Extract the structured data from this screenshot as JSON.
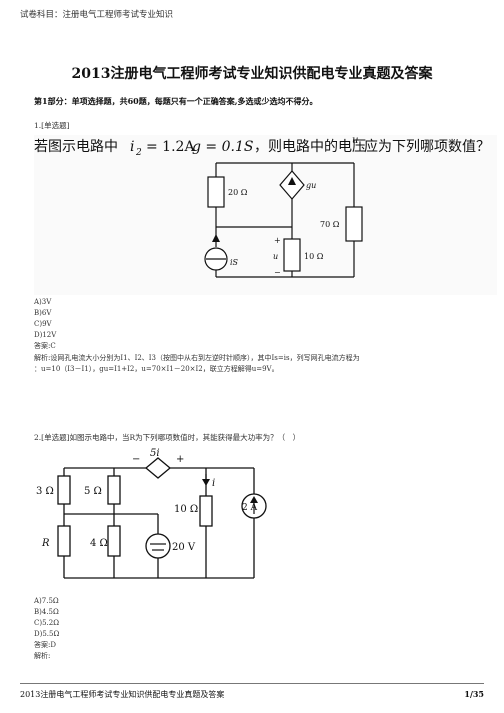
{
  "header": {
    "subject_label": "试卷科目：注册电气工程师考试专业知识"
  },
  "title": "2013注册电气工程师考试专业知识供配电专业真题及答案",
  "section_heading": "第1部分：单项选择题，共60题，每题只有一个正确答案,多选或少选均不得分。",
  "questions": [
    {
      "heading": "1.[单选题]",
      "figure_text": {
        "stem": "若图示电路中",
        "i2_value": "= 1.2A",
        "g_value": "g = 0.1S",
        "stem_tail": "，则电路中的电压",
        "u_var": "u",
        "stem_end": "应为下列哪项数值？（　　）",
        "r1": "20 Ω",
        "dep_source": "gu",
        "r3": "70 Ω",
        "r2": "10 Ω",
        "source": "iS",
        "u_label": "u",
        "plus": "+",
        "minus": "−",
        "i2_sub": "i",
        "i2_subscript": "2"
      },
      "options": [
        "A)3V",
        "B)6V",
        "C)9V",
        "D)12V"
      ],
      "answer": "答案:C",
      "analysis_line1": "解析:设网孔电流大小分别为I1、I2、I3（按图中从右到左逆时针顺序），其中Is=is，列写网孔电流方程为",
      "analysis_line2": "：u=10（I3－I1），gu=I1+I2，u=70×I1－20×I2，联立方程解得u=9V。"
    },
    {
      "heading": "2.[单选题]如图示电路中，当R为下列哪项数值时，其能获得最大功率为？（　）",
      "figure_text": {
        "dep_source": "5i",
        "minus": "−",
        "plus": "+",
        "r1": "3 Ω",
        "r2": "5 Ω",
        "r3": "4 Ω",
        "r4": "10 Ω",
        "r_var": "R",
        "current": "i",
        "voltage_source": "20 V",
        "current_source": "2 A"
      },
      "options": [
        "A)7.5Ω",
        "B)4.5Ω",
        "C)5.2Ω",
        "D)5.5Ω"
      ],
      "answer": "答案:D",
      "analysis": "解析:"
    }
  ],
  "footer": {
    "left": "2013注册电气工程师考试专业知识供配电专业真题及答案",
    "right": "1/35"
  }
}
